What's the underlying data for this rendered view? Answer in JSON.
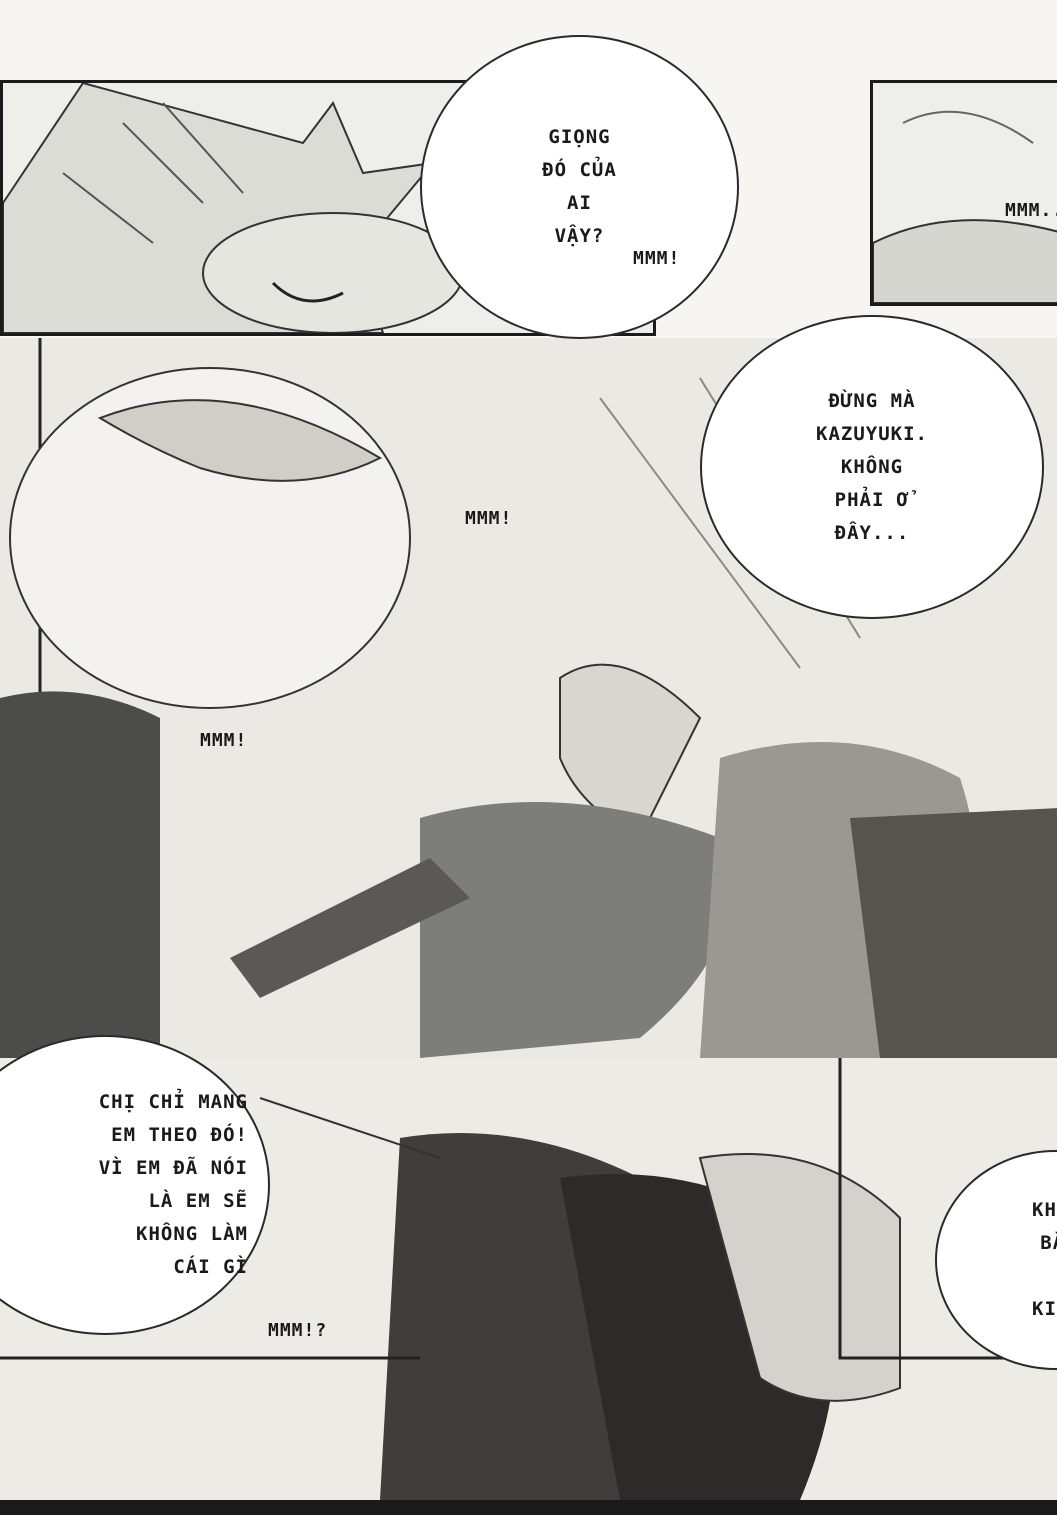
{
  "bubbles": {
    "top": [
      "GIỌNG",
      "ĐÓ CỦA",
      "AI",
      "VẬY?"
    ],
    "right": [
      "ĐỪNG MÀ",
      "KAZUYUKI.",
      "KHÔNG",
      "PHẢI Ở",
      "ĐÂY..."
    ],
    "left_bottom": [
      "CHỊ CHỈ MANG",
      "EM THEO ĐÓ!",
      "VÌ EM ĐÃ NÓI",
      "LÀ EM SẼ",
      "KHÔNG LÀM"
    ],
    "left_bottom_tail": "CÁI GÌ",
    "right_bottom": [
      "KHÔNG",
      "BẮT CỨ CÁI GÌ",
      "KIA MÀ"
    ]
  },
  "sfx": {
    "top_right": "MMM...",
    "top_mid": "MMM!",
    "mid": "MMM!",
    "left": "MMM!",
    "bottom": "MMM!?"
  }
}
